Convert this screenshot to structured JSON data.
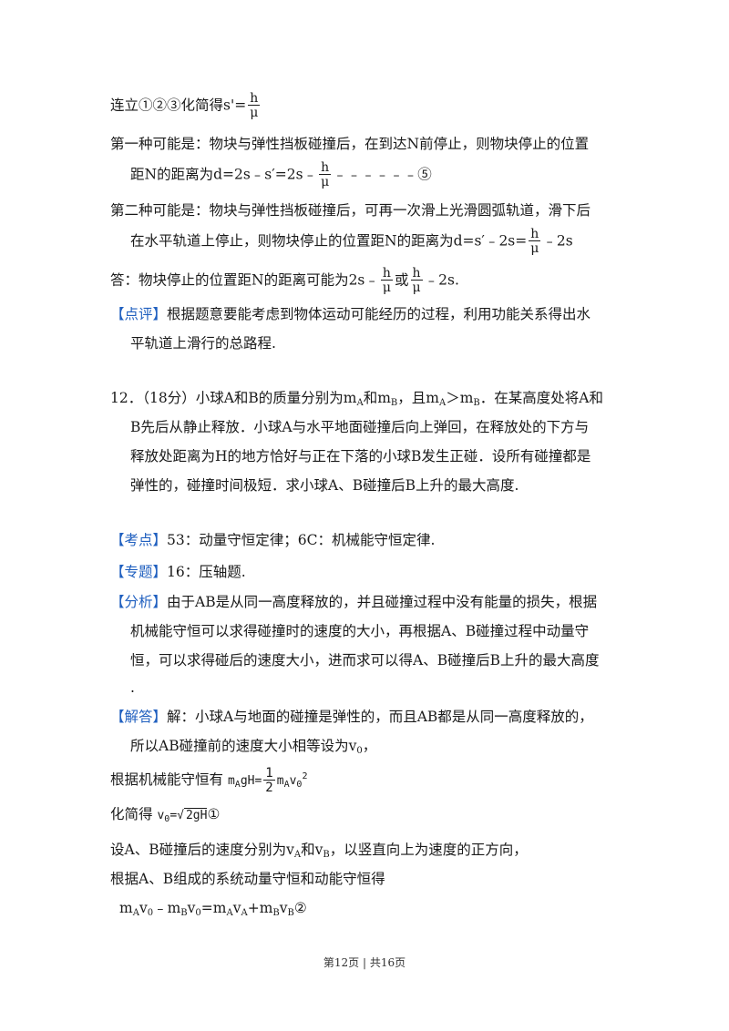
{
  "lines": {
    "l1": {
      "pre": "连立①②③化简得s'=",
      "num": "h",
      "den": "μ"
    },
    "l2": {
      "text": "第一种可能是：物块与弹性挡板碰撞后，在到达N前停止，则物块停止的位置"
    },
    "l3": {
      "pre": "距N的距离为d=2s﹣s′=2s﹣",
      "num": "h",
      "den": "μ",
      "post": "﹣﹣﹣﹣﹣﹣⑤"
    },
    "l4": {
      "text": "第二种可能是：物块与弹性挡板碰撞后，可再一次滑上光滑圆弧轨道，滑下后"
    },
    "l5": {
      "pre": "在水平轨道上停止，则物块停止的位置距N的距离为d=s′﹣2s=",
      "num": "h",
      "den": "μ",
      "post": "﹣2s"
    },
    "l6": {
      "pre": "答：物块停止的位置距N的距离可能为2s﹣",
      "num1": "h",
      "den1": "μ",
      "mid": "或",
      "num2": "h",
      "den2": "μ",
      "post": "﹣2s."
    },
    "l7": {
      "tag": "【点评】",
      "text": "根据题意要能考虑到物体运动可能经历的过程，利用功能关系得出水"
    },
    "l8": {
      "text": "平轨道上滑行的总路程."
    },
    "l9": {
      "p1": "12．（18分）小球A和B的质量分别为m",
      "s1": "A",
      "p2": "和m",
      "s2": "B",
      "p3": "，且m",
      "s3": "A",
      "p4": "＞m",
      "s4": "B",
      "p5": "．在某高度处将A和"
    },
    "l10": {
      "text": "B先后从静止释放．小球A与水平地面碰撞后向上弹回，在释放处的下方与"
    },
    "l11": {
      "text": "释放处距离为H的地方恰好与正在下落的小球B发生正碰．设所有碰撞都是"
    },
    "l12": {
      "text": "弹性的，碰撞时间极短．求小球A、B碰撞后B上升的最大高度."
    },
    "l13": {
      "tag": "【考点】",
      "text": "53：动量守恒定律；6C：机械能守恒定律."
    },
    "l14": {
      "tag": "【专题】",
      "text": "16：压轴题."
    },
    "l15": {
      "tag": "【分析】",
      "text": "由于AB是从同一高度释放的，并且碰撞过程中没有能量的损失，根据"
    },
    "l16": {
      "text": "机械能守恒可以求得碰撞时的速度的大小，再根据A、B碰撞过程中动量守"
    },
    "l17": {
      "text": "恒，可以求得碰后的速度大小，进而求可以得A、B碰撞后B上升的最大高度"
    },
    "l18": {
      "text": "."
    },
    "l19": {
      "tag": "【解答】",
      "text": "解：小球A与地面的碰撞是弹性的，而且AB都是从同一高度释放的，"
    },
    "l20": {
      "p1": "所以AB碰撞前的速度大小相等设为v",
      "s1": "0",
      "p2": "，"
    },
    "l21": {
      "pre": "根据机械能守恒有",
      "m1": "m",
      "ms1": "A",
      "g": "gH=",
      "fn": "1",
      "fd": "2",
      "m2": "m",
      "ms2": "A",
      "v": "v",
      "vs": "0",
      "vp": "2"
    },
    "l22": {
      "pre": "化简得",
      "v": "v",
      "vs": "0",
      "eq": "=√",
      "rad": "2gH",
      "post": "①"
    },
    "l23": {
      "p1": "设A、B碰撞后的速度分别为v",
      "s1": "A",
      "p2": "和v",
      "s2": "B",
      "p3": "，以竖直向上为速度的正方向，"
    },
    "l24": {
      "text": "根据A、B组成的系统动量守恒和动能守恒得"
    },
    "l25": {
      "a": "m",
      "as": "A",
      "b": "v",
      "bs": "0",
      "c": "﹣m",
      "cs": "B",
      "d": "v",
      "ds": "0",
      "e": "=m",
      "es": "A",
      "f": "v",
      "fs": "A",
      "g": "+m",
      "gs": "B",
      "h": "v",
      "hs": "B",
      "post": "②"
    }
  },
  "footer": {
    "text": "第12页 | 共16页"
  }
}
